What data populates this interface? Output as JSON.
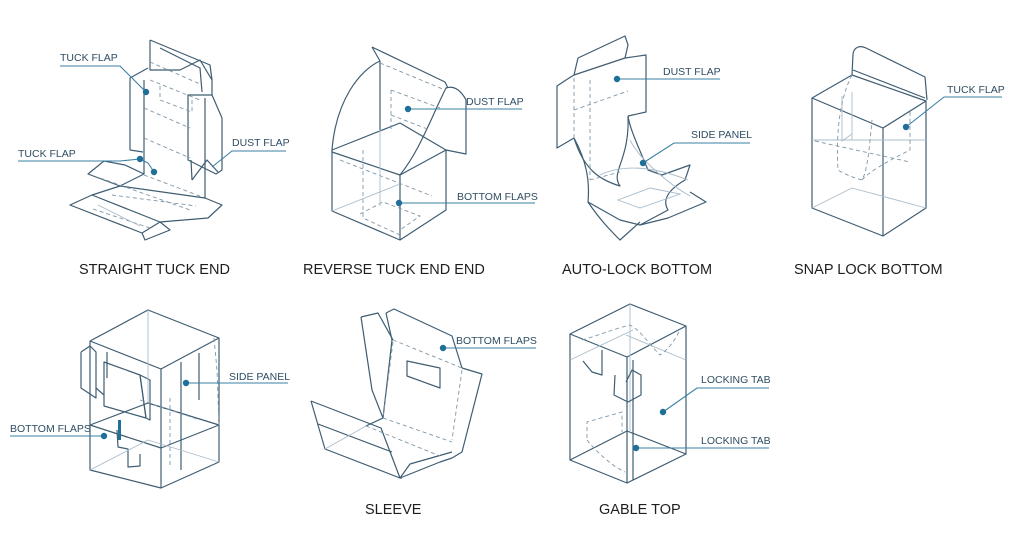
{
  "diagram": {
    "colors": {
      "outline": "#3f5d72",
      "leader": "#3a7fa3",
      "dot": "#1f6f99",
      "title_text": "#1e1e1e",
      "label_text": "#2e4d63"
    },
    "boxes": [
      {
        "id": "straight-tuck-end",
        "title": "STRAIGHT TUCK END",
        "labels": [
          "TUCK FLAP",
          "TUCK FLAP",
          "DUST FLAP"
        ]
      },
      {
        "id": "reverse-tuck-end",
        "title": "REVERSE TUCK END END",
        "labels": [
          "DUST FLAP",
          "BOTTOM FLAPS"
        ]
      },
      {
        "id": "auto-lock-bottom",
        "title": "AUTO-LOCK BOTTOM",
        "labels": [
          "DUST FLAP",
          "SIDE PANEL"
        ]
      },
      {
        "id": "snap-lock-bottom",
        "title": "SNAP LOCK BOTTOM",
        "labels": [
          "TUCK FLAP"
        ]
      },
      {
        "id": "mailer",
        "title": "",
        "labels": [
          "SIDE PANEL",
          "BOTTOM FLAPS"
        ]
      },
      {
        "id": "sleeve",
        "title": "SLEEVE",
        "labels": [
          "BOTTOM FLAPS"
        ]
      },
      {
        "id": "gable-top",
        "title": "GABLE TOP",
        "labels": [
          "LOCKING TAB",
          "LOCKING TAB"
        ]
      }
    ]
  }
}
